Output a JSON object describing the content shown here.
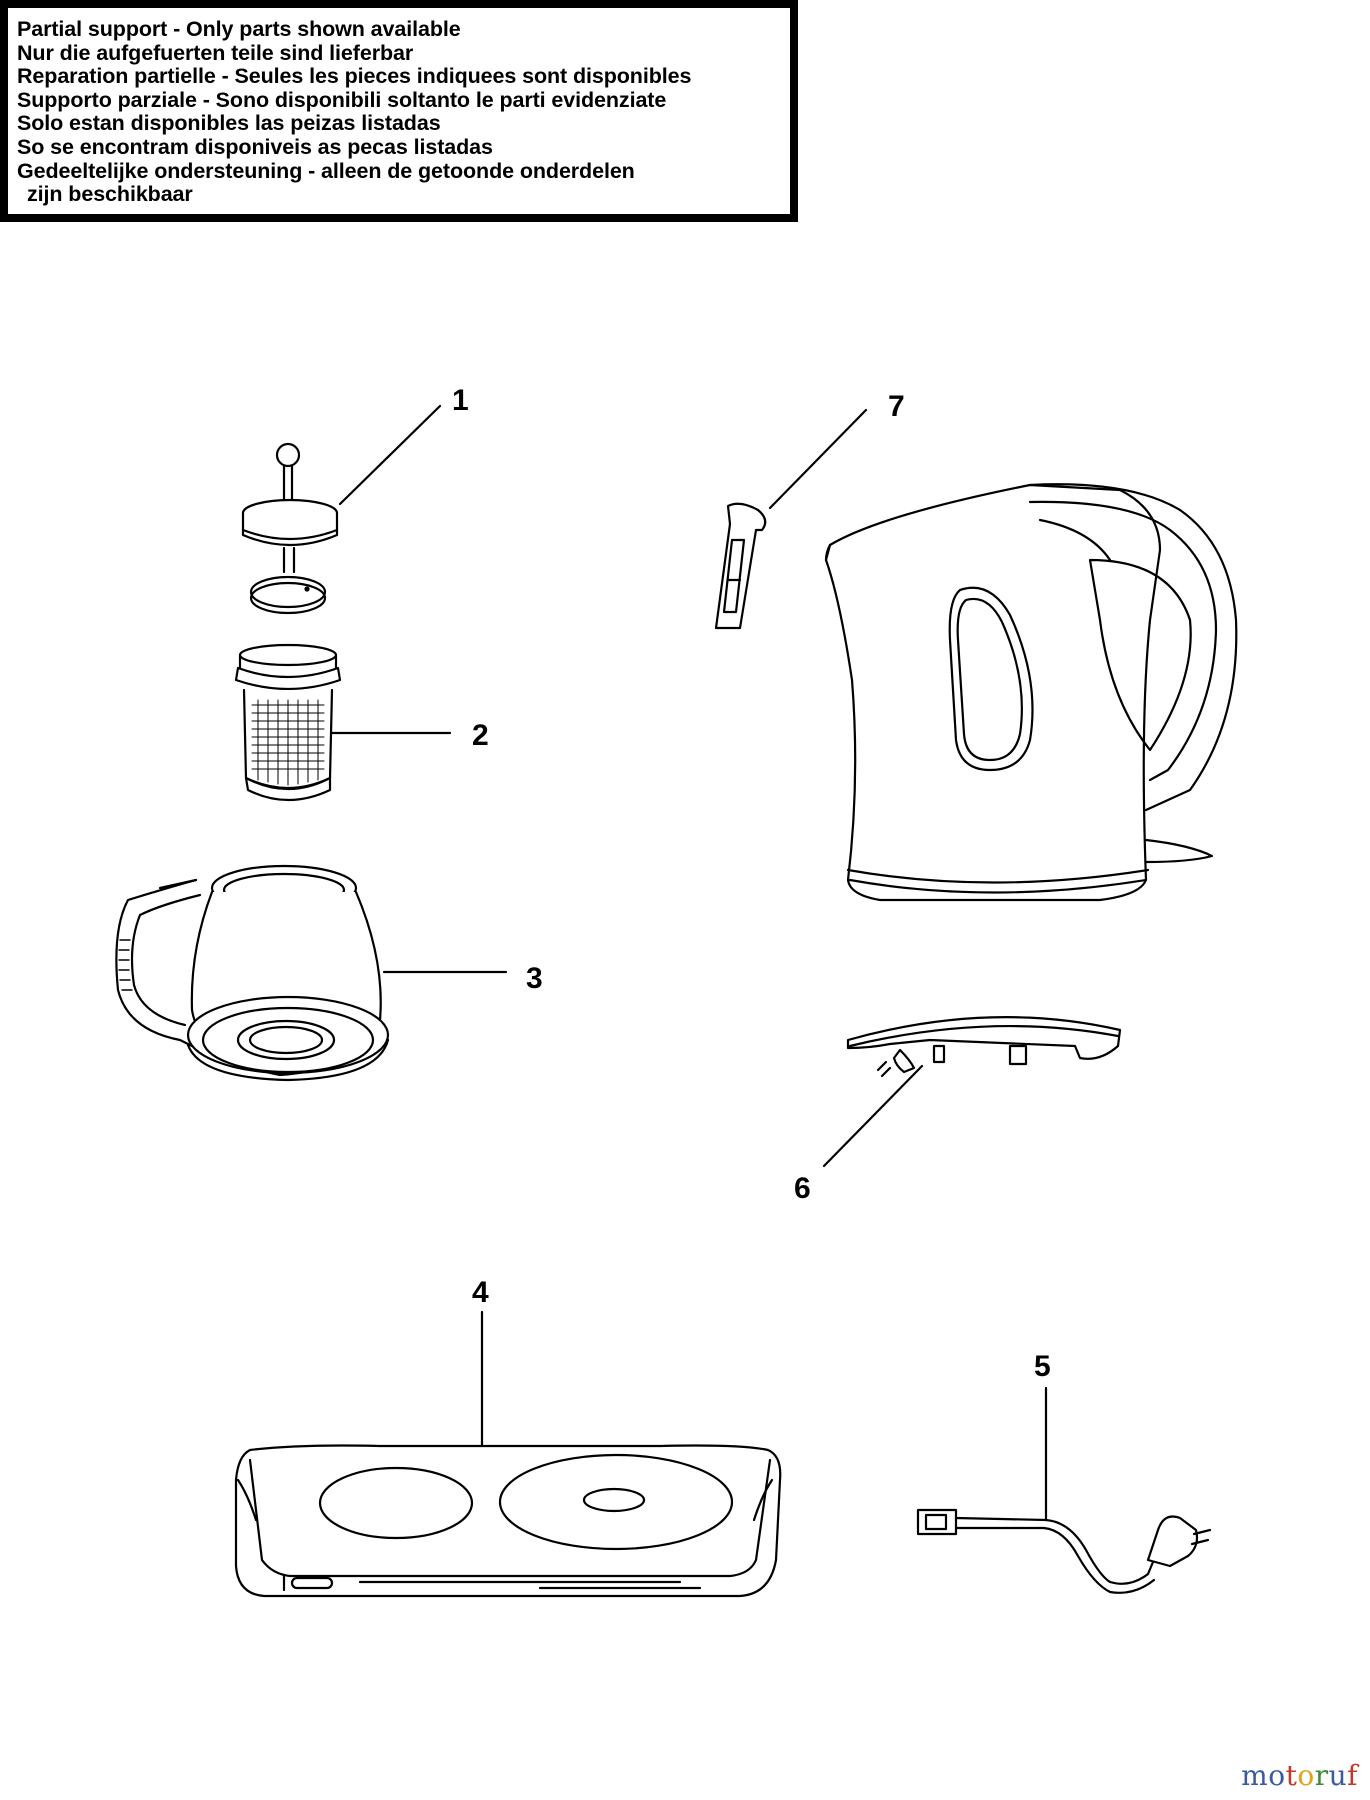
{
  "notice": {
    "lines": [
      "Partial support - Only parts shown available",
      "Nur die aufgefuerten teile sind lieferbar",
      "Reparation partielle - Seules les pieces indiquees sont disponibles",
      "Supporto parziale - Sono disponibili soltanto le parti evidenziate",
      "Solo estan disponibles las peizas listadas",
      "So se encontram disponiveis as pecas listadas",
      "Gedeeltelijke ondersteuning - alleen de getoonde onderdelen",
      "zijn beschikbaar"
    ]
  },
  "parts": [
    {
      "label": "1",
      "icon": "plunger-lid-icon"
    },
    {
      "label": "2",
      "icon": "filter-basket-icon"
    },
    {
      "label": "3",
      "icon": "glass-jug-icon"
    },
    {
      "label": "4",
      "icon": "hotplate-base-icon"
    },
    {
      "label": "5",
      "icon": "power-cord-icon"
    },
    {
      "label": "6",
      "icon": "kettle-base-plate-icon"
    },
    {
      "label": "7",
      "icon": "water-gauge-icon"
    }
  ],
  "watermark": {
    "text": "motoruf",
    "letters": [
      {
        "ch": "m",
        "color": "#3a5aa6"
      },
      {
        "ch": "o",
        "color": "#3a5aa6"
      },
      {
        "ch": "t",
        "color": "#c0392b"
      },
      {
        "ch": "o",
        "color": "#e2a21b"
      },
      {
        "ch": "r",
        "color": "#3a8a3a"
      },
      {
        "ch": "u",
        "color": "#3a5aa6"
      },
      {
        "ch": "f",
        "color": "#c0392b"
      }
    ]
  }
}
